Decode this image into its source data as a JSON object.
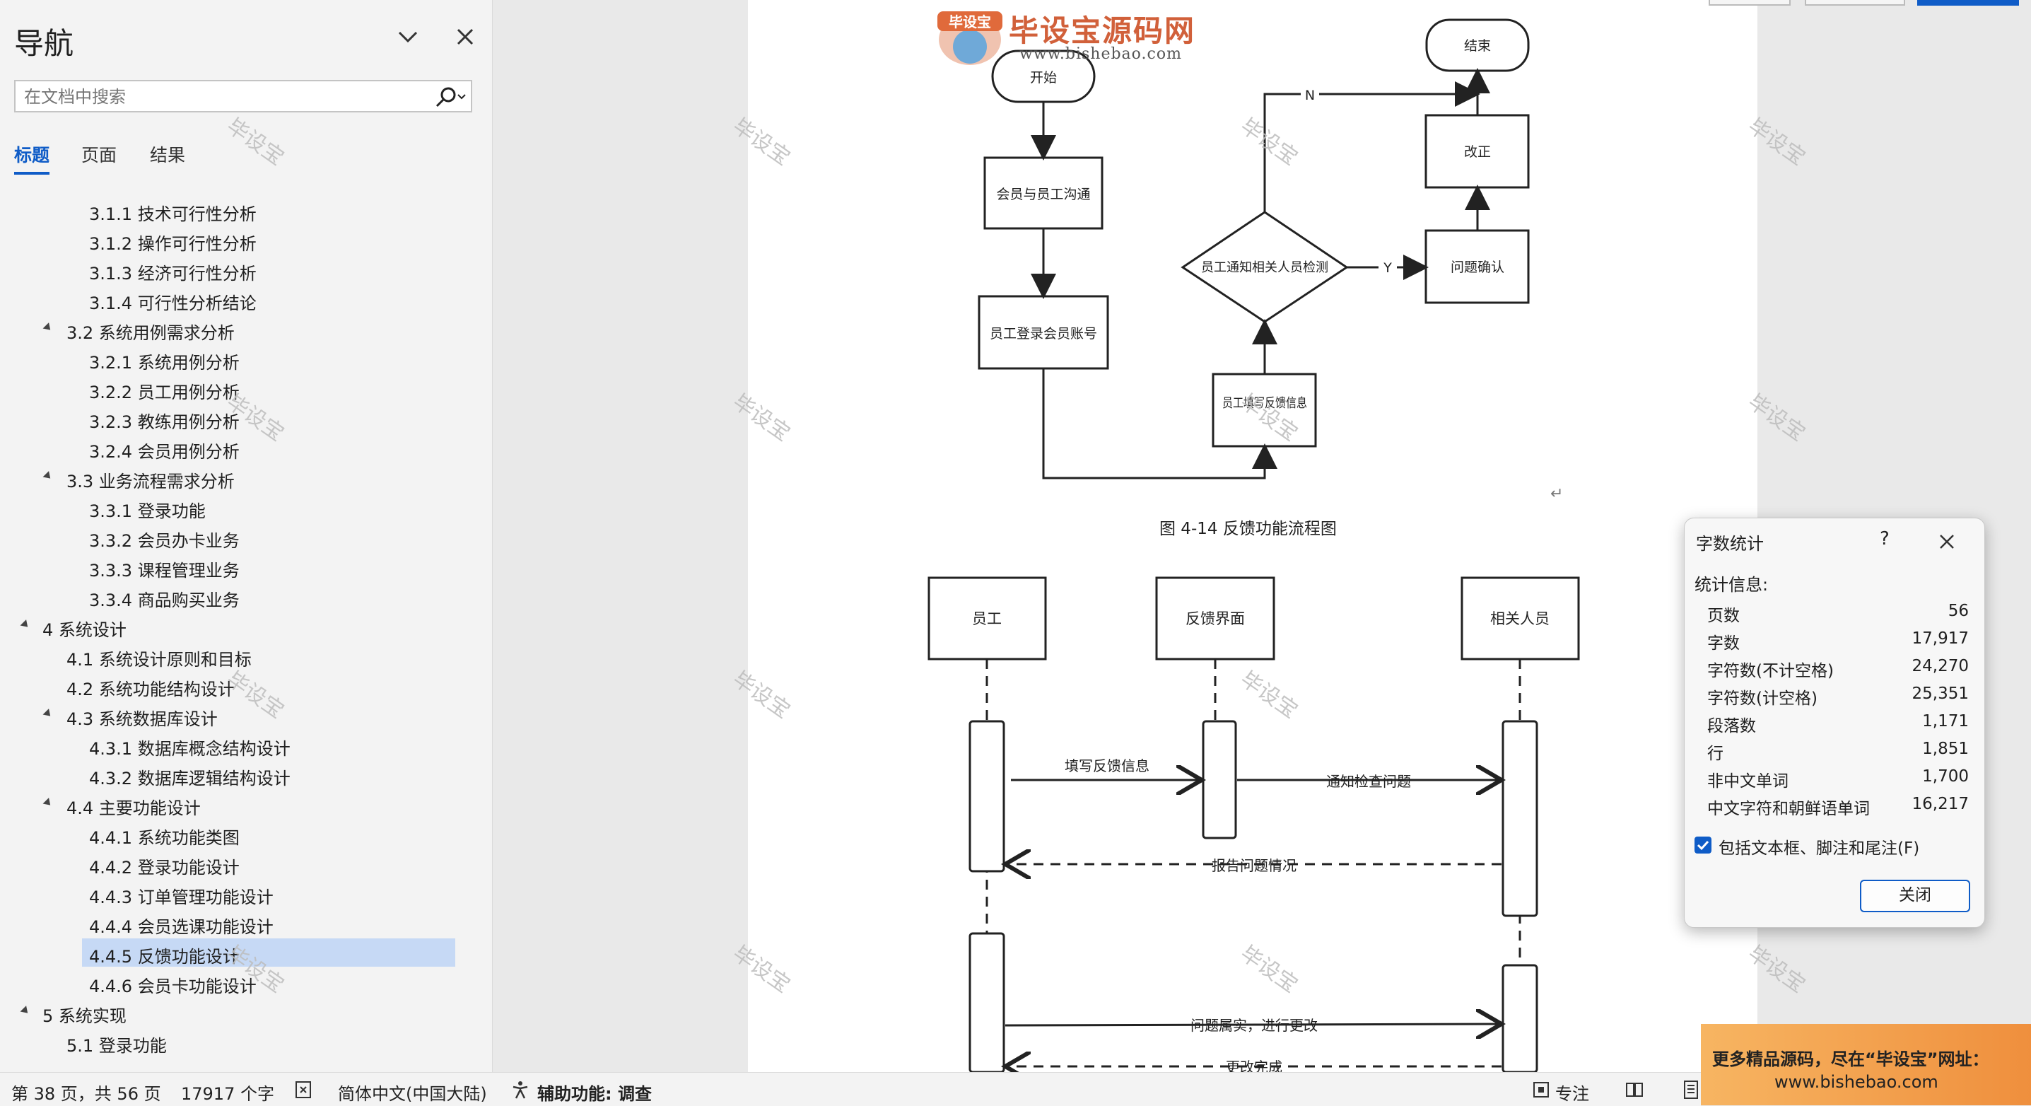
{
  "nav": {
    "title": "导航",
    "search_placeholder": "在文档中搜索",
    "tabs": [
      "标题",
      "页面",
      "结果"
    ],
    "toc": [
      {
        "label": "3.1.1 技术可行性分析",
        "level": 3
      },
      {
        "label": "3.1.2 操作可行性分析",
        "level": 3
      },
      {
        "label": "3.1.3 经济可行性分析",
        "level": 3
      },
      {
        "label": "3.1.4 可行性分析结论",
        "level": 3
      },
      {
        "label": "3.2  系统用例需求分析",
        "level": 2,
        "expanded": true
      },
      {
        "label": "3.2.1 系统用例分析",
        "level": 3
      },
      {
        "label": "3.2.2 员工用例分析",
        "level": 3
      },
      {
        "label": "3.2.3 教练用例分析",
        "level": 3
      },
      {
        "label": "3.2.4 会员用例分析",
        "level": 3
      },
      {
        "label": "3.3  业务流程需求分析",
        "level": 2,
        "expanded": true
      },
      {
        "label": "3.3.1 登录功能",
        "level": 3
      },
      {
        "label": "3.3.2 会员办卡业务",
        "level": 3
      },
      {
        "label": "3.3.3 课程管理业务",
        "level": 3
      },
      {
        "label": "3.3.4 商品购买业务",
        "level": 3
      },
      {
        "label": "4   系统设计",
        "level": 1,
        "expanded": true
      },
      {
        "label": "4.1  系统设计原则和目标",
        "level": 2
      },
      {
        "label": "4.2  系统功能结构设计",
        "level": 2
      },
      {
        "label": "4.3  系统数据库设计",
        "level": 2,
        "expanded": true
      },
      {
        "label": "4.3.1 数据库概念结构设计",
        "level": 3
      },
      {
        "label": "4.3.2 数据库逻辑结构设计",
        "level": 3
      },
      {
        "label": "4.4  主要功能设计",
        "level": 2,
        "expanded": true
      },
      {
        "label": "4.4.1 系统功能类图",
        "level": 3
      },
      {
        "label": "4.4.2 登录功能设计",
        "level": 3
      },
      {
        "label": "4.4.3 订单管理功能设计",
        "level": 3
      },
      {
        "label": "4.4.4 会员选课功能设计",
        "level": 3
      },
      {
        "label": "4.4.5 反馈功能设计",
        "level": 3,
        "selected": true
      },
      {
        "label": "4.4.6 会员卡功能设计",
        "level": 3
      },
      {
        "label": "5   系统实现",
        "level": 1,
        "expanded": true
      },
      {
        "label": "5.1  登录功能",
        "level": 2
      }
    ]
  },
  "watermark": {
    "logo_badge": "毕设宝",
    "logo_text": "毕设宝源码网",
    "logo_url": "www.bishebao.com",
    "tile": "毕设宝"
  },
  "flowchart": {
    "nodes": {
      "start": "开始",
      "communicate": "会员与员工沟通",
      "login": "员工登录会员账号",
      "fill": "员工填写反馈信息",
      "decision": "员工通知相关人员检测",
      "confirm": "问题确认",
      "fix": "改正",
      "end": "结束"
    },
    "edge_no": "N",
    "edge_yes": "Y"
  },
  "caption": "图 4-14 反馈功能流程图",
  "return_mark": "↵",
  "sequence": {
    "actors": [
      "员工",
      "反馈界面",
      "相关人员"
    ],
    "messages": [
      "填写反馈信息",
      "通知检查问题",
      "报告问题情况",
      "问题属实，进行更改",
      "更改完成"
    ]
  },
  "dialog": {
    "title": "字数统计",
    "help": "?",
    "stats_heading": "统计信息:",
    "stats": [
      {
        "label": "页数",
        "value": "56"
      },
      {
        "label": "字数",
        "value": "17,917"
      },
      {
        "label": "字符数(不计空格)",
        "value": "24,270"
      },
      {
        "label": "字符数(计空格)",
        "value": "25,351"
      },
      {
        "label": "段落数",
        "value": "1,171"
      },
      {
        "label": "行",
        "value": "1,851"
      },
      {
        "label": "非中文单词",
        "value": "1,700"
      },
      {
        "label": "中文字符和朝鲜语单词",
        "value": "16,217"
      }
    ],
    "checkbox_label": "包括文本框、脚注和尾注(F)",
    "checkbox_checked": true,
    "close_button": "关闭"
  },
  "ad": {
    "line1": "更多精品源码，尽在“毕设宝”网址：",
    "line2": "www.bishebao.com"
  },
  "status": {
    "page": "第 38 页，共 56 页",
    "words": "17917 个字",
    "language": "简体中文(中国大陆)",
    "accessibility": "辅助功能: 调查",
    "focus": "专注"
  },
  "colors": {
    "accent": "#0f5cc7",
    "selection": "#c6d9f5",
    "ad_orange": "#ef8f3d"
  }
}
